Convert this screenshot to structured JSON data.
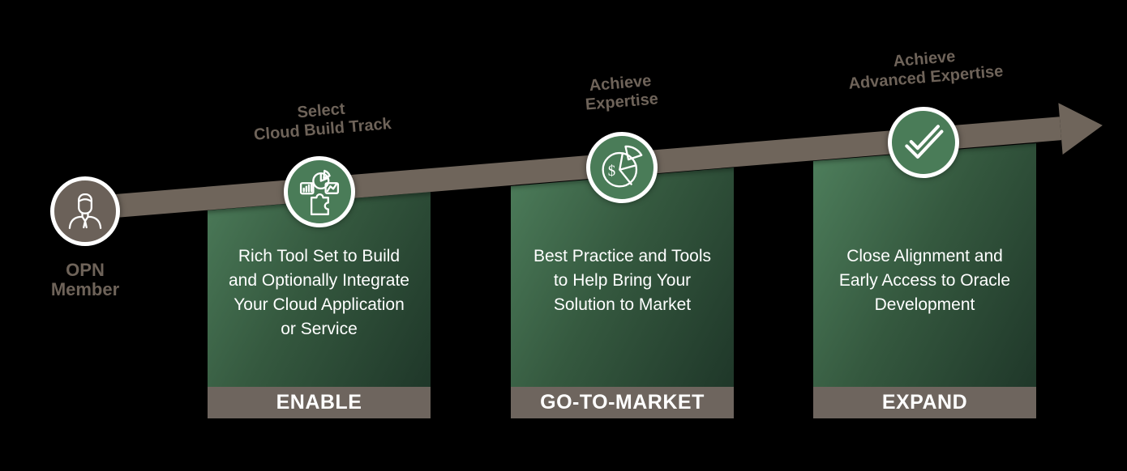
{
  "title": "OPN member journey: Enable, Go-To-Market, Expand",
  "colors": {
    "background": "#000000",
    "arrow": "#6f655b",
    "stage_bar": "#6e655e",
    "milestone_circle_green": "#4a7c58",
    "start_circle_taupe": "#6b6159",
    "panel_gradient_light": "#4f805d",
    "panel_gradient_dark": "#1f3729",
    "milestone_label_text": "#6e6359",
    "panel_text": "#ffffff"
  },
  "start": {
    "label": "OPN\nMember",
    "icon": "person-icon"
  },
  "milestones": [
    {
      "title": "Select\nCloud Build Track",
      "icon": "charts-puzzle-icon"
    },
    {
      "title": "Achieve\nExpertise",
      "icon": "money-pie-chart-icon"
    },
    {
      "title": "Achieve\nAdvanced Expertise",
      "icon": "double-checkmark-icon"
    }
  ],
  "stages": [
    {
      "description": "Rich Tool Set to Build\nand Optionally Integrate\nYour Cloud Application\nor Service",
      "label": "ENABLE"
    },
    {
      "description": "Best Practice and Tools\nto Help Bring Your\nSolution to Market",
      "label": "GO-TO-MARKET"
    },
    {
      "description": "Close Alignment and\nEarly Access to Oracle\nDevelopment",
      "label": "EXPAND"
    }
  ]
}
